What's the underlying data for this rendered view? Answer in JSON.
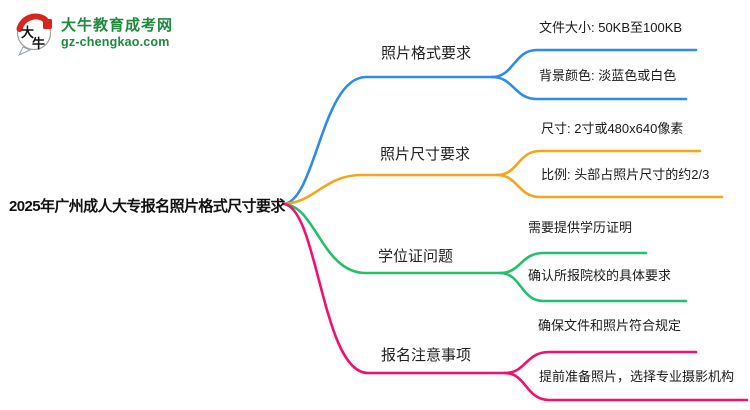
{
  "logo": {
    "site_name": "大牛教育成考网",
    "site_url": "gz-chengkao.com",
    "icon_char1": "大",
    "icon_char2": "牛",
    "brand_green": "#1E8A3C",
    "icon_red": "#D7261E"
  },
  "root": {
    "title": "2025年广州成人大专报名照片格式尺寸要求"
  },
  "branches": [
    {
      "label": "照片格式要求",
      "color": "#2E8BE8",
      "children": [
        "文件大小: 50KB至100KB",
        "背景颜色: 淡蓝色或白色"
      ]
    },
    {
      "label": "照片尺寸要求",
      "color": "#F5A41C",
      "children": [
        "尺寸: 2寸或480x640像素",
        "比例: 头部占照片尺寸的约2/3"
      ]
    },
    {
      "label": "学位证问题",
      "color": "#23BF6A",
      "children": [
        "需要提供学历证明",
        "确认所报院校的具体要求"
      ]
    },
    {
      "label": "报名注意事项",
      "color": "#F2106F",
      "children": [
        "确保文件和照片符合规定",
        "提前准备照片，选择专业摄影机构"
      ]
    }
  ]
}
